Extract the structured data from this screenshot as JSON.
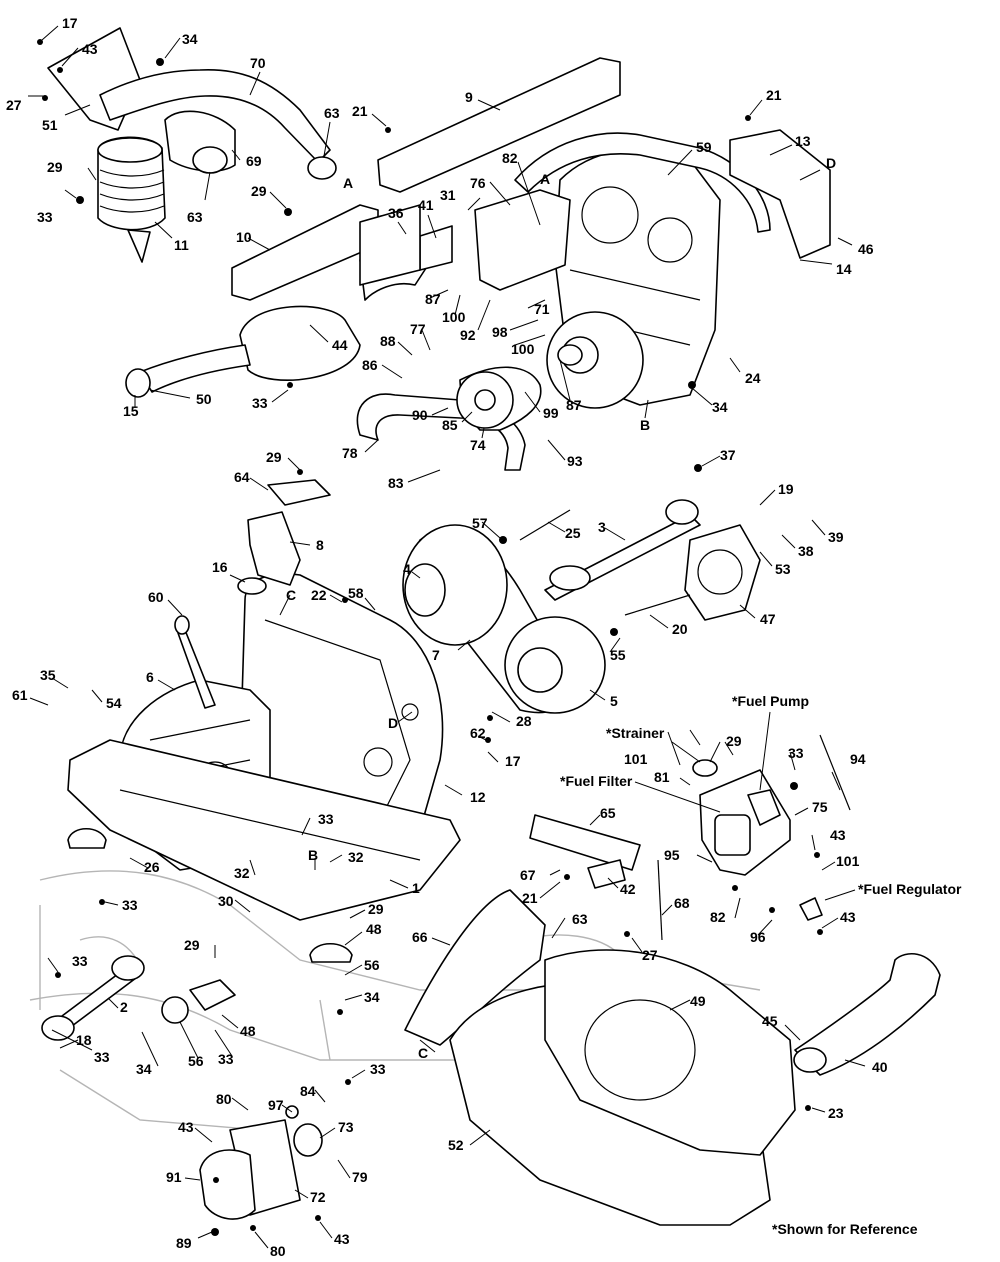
{
  "diagram": {
    "callouts": {
      "c17a": "17",
      "c43a": "43",
      "c34a": "34",
      "c70": "70",
      "c27a": "27",
      "c51": "51",
      "c63a": "63",
      "cAa": "A",
      "c21a": "21",
      "c9": "9",
      "c21b": "21",
      "c13": "13",
      "c29a": "29",
      "c69": "69",
      "c33a": "33",
      "c11": "11",
      "c63b": "63",
      "c29b": "29",
      "c82a": "82",
      "cAb": "A",
      "c59": "59",
      "cD1": "D",
      "c31": "31",
      "c76": "76",
      "c36": "36",
      "c41": "41",
      "c10": "10",
      "c46": "46",
      "c14": "14",
      "c87a": "87",
      "c100a": "100",
      "c71": "71",
      "c98": "98",
      "c92": "92",
      "c100b": "100",
      "c44": "44",
      "c88": "88",
      "c77": "77",
      "c86": "86",
      "c24": "24",
      "c50": "50",
      "c15": "15",
      "c33b": "33",
      "c87b": "87",
      "c34b": "34",
      "cB1": "B",
      "c90": "90",
      "c85": "85",
      "c99": "99",
      "c74": "74",
      "c78": "78",
      "c93": "93",
      "c83": "83",
      "c29c": "29",
      "c37": "37",
      "c64": "64",
      "c19": "19",
      "c8": "8",
      "c57": "57",
      "c25": "25",
      "c3": "3",
      "c39": "39",
      "c38": "38",
      "c16": "16",
      "c53": "53",
      "c4": "4",
      "cC1": "C",
      "c22": "22",
      "c58": "58",
      "c60": "60",
      "c47": "47",
      "c20": "20",
      "c55": "55",
      "c7": "7",
      "c35": "35",
      "c6": "6",
      "c61": "61",
      "c54": "54",
      "c5": "5",
      "cD2": "D",
      "c28": "28",
      "c62": "62",
      "c17b": "17",
      "c29d": "29",
      "c33c": "33",
      "c101a": "101",
      "c81": "81",
      "c12": "12",
      "c33d": "33",
      "c75": "75",
      "c65": "65",
      "c43b": "43",
      "c32a": "32",
      "c26": "26",
      "c95": "95",
      "c101b": "101",
      "cB2": "B",
      "c32b": "32",
      "c67": "67",
      "c42": "42",
      "c21c": "21",
      "c1": "1",
      "c30": "30",
      "c29e": "29",
      "c33e": "33",
      "c68": "68",
      "c82b": "82",
      "c43c": "43",
      "c63c": "63",
      "c96": "96",
      "c48a": "48",
      "c66": "66",
      "c27b": "27",
      "c33f": "33",
      "c29f": "29",
      "c56a": "56",
      "c2": "2",
      "c34c": "34",
      "c49": "49",
      "c48b": "48",
      "c45": "45",
      "c18": "18",
      "c34d": "34",
      "c56b": "56",
      "c33g": "33",
      "cC2": "C",
      "c40": "40",
      "c33h": "33",
      "c80a": "80",
      "c84": "84",
      "c97": "97",
      "c23": "23",
      "c43d": "43",
      "c73": "73",
      "c52": "52",
      "c91": "91",
      "c79": "79",
      "c72": "72",
      "c89": "89",
      "c80b": "80",
      "c43e": "43",
      "c94": "94",
      "c33i": "33"
    },
    "labels": {
      "fuel_pump": "*Fuel Pump",
      "strainer": "*Strainer",
      "fuel_filter": "*Fuel Filter",
      "fuel_regulator": "*Fuel Regulator",
      "footnote": "*Shown for Reference"
    }
  }
}
